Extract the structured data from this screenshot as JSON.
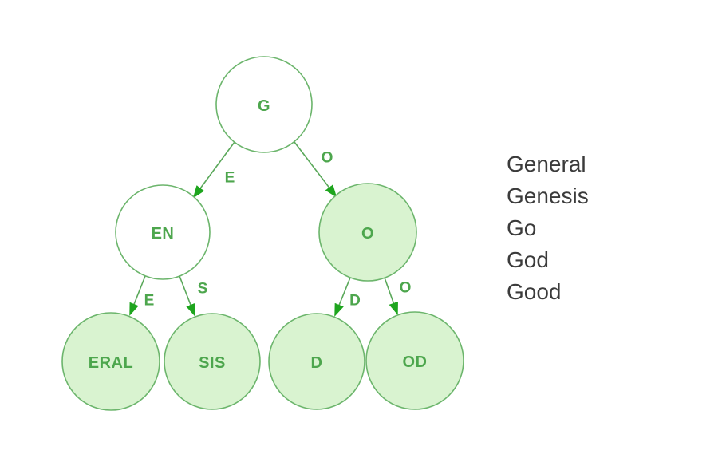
{
  "diagram": {
    "kind": "trie-prefix-tree",
    "colors": {
      "node_stroke": "#6cb56c",
      "filled_fill": "#d9f3d0",
      "empty_fill": "#ffffff",
      "node_text": "#4da64d",
      "edge_line": "#5aa85a",
      "arrowhead": "#1ea51e",
      "list_text": "#3b3b3b"
    },
    "nodes": [
      {
        "id": "root",
        "label": "G",
        "filled": false
      },
      {
        "id": "en",
        "label": "EN",
        "filled": false
      },
      {
        "id": "o",
        "label": "O",
        "filled": true
      },
      {
        "id": "eral",
        "label": "ERAL",
        "filled": true
      },
      {
        "id": "sis",
        "label": "SIS",
        "filled": true
      },
      {
        "id": "d",
        "label": "D",
        "filled": true
      },
      {
        "id": "od",
        "label": "OD",
        "filled": true
      }
    ],
    "edges": [
      {
        "from": "G",
        "to": "EN",
        "label": "E"
      },
      {
        "from": "G",
        "to": "O",
        "label": "O"
      },
      {
        "from": "EN",
        "to": "ERAL",
        "label": "E"
      },
      {
        "from": "EN",
        "to": "SIS",
        "label": "S"
      },
      {
        "from": "O",
        "to": "D",
        "label": "D"
      },
      {
        "from": "O",
        "to": "OD",
        "label": "O"
      }
    ]
  },
  "word_list": {
    "words": [
      "General",
      "Genesis",
      "Go",
      "God",
      "Good"
    ]
  }
}
